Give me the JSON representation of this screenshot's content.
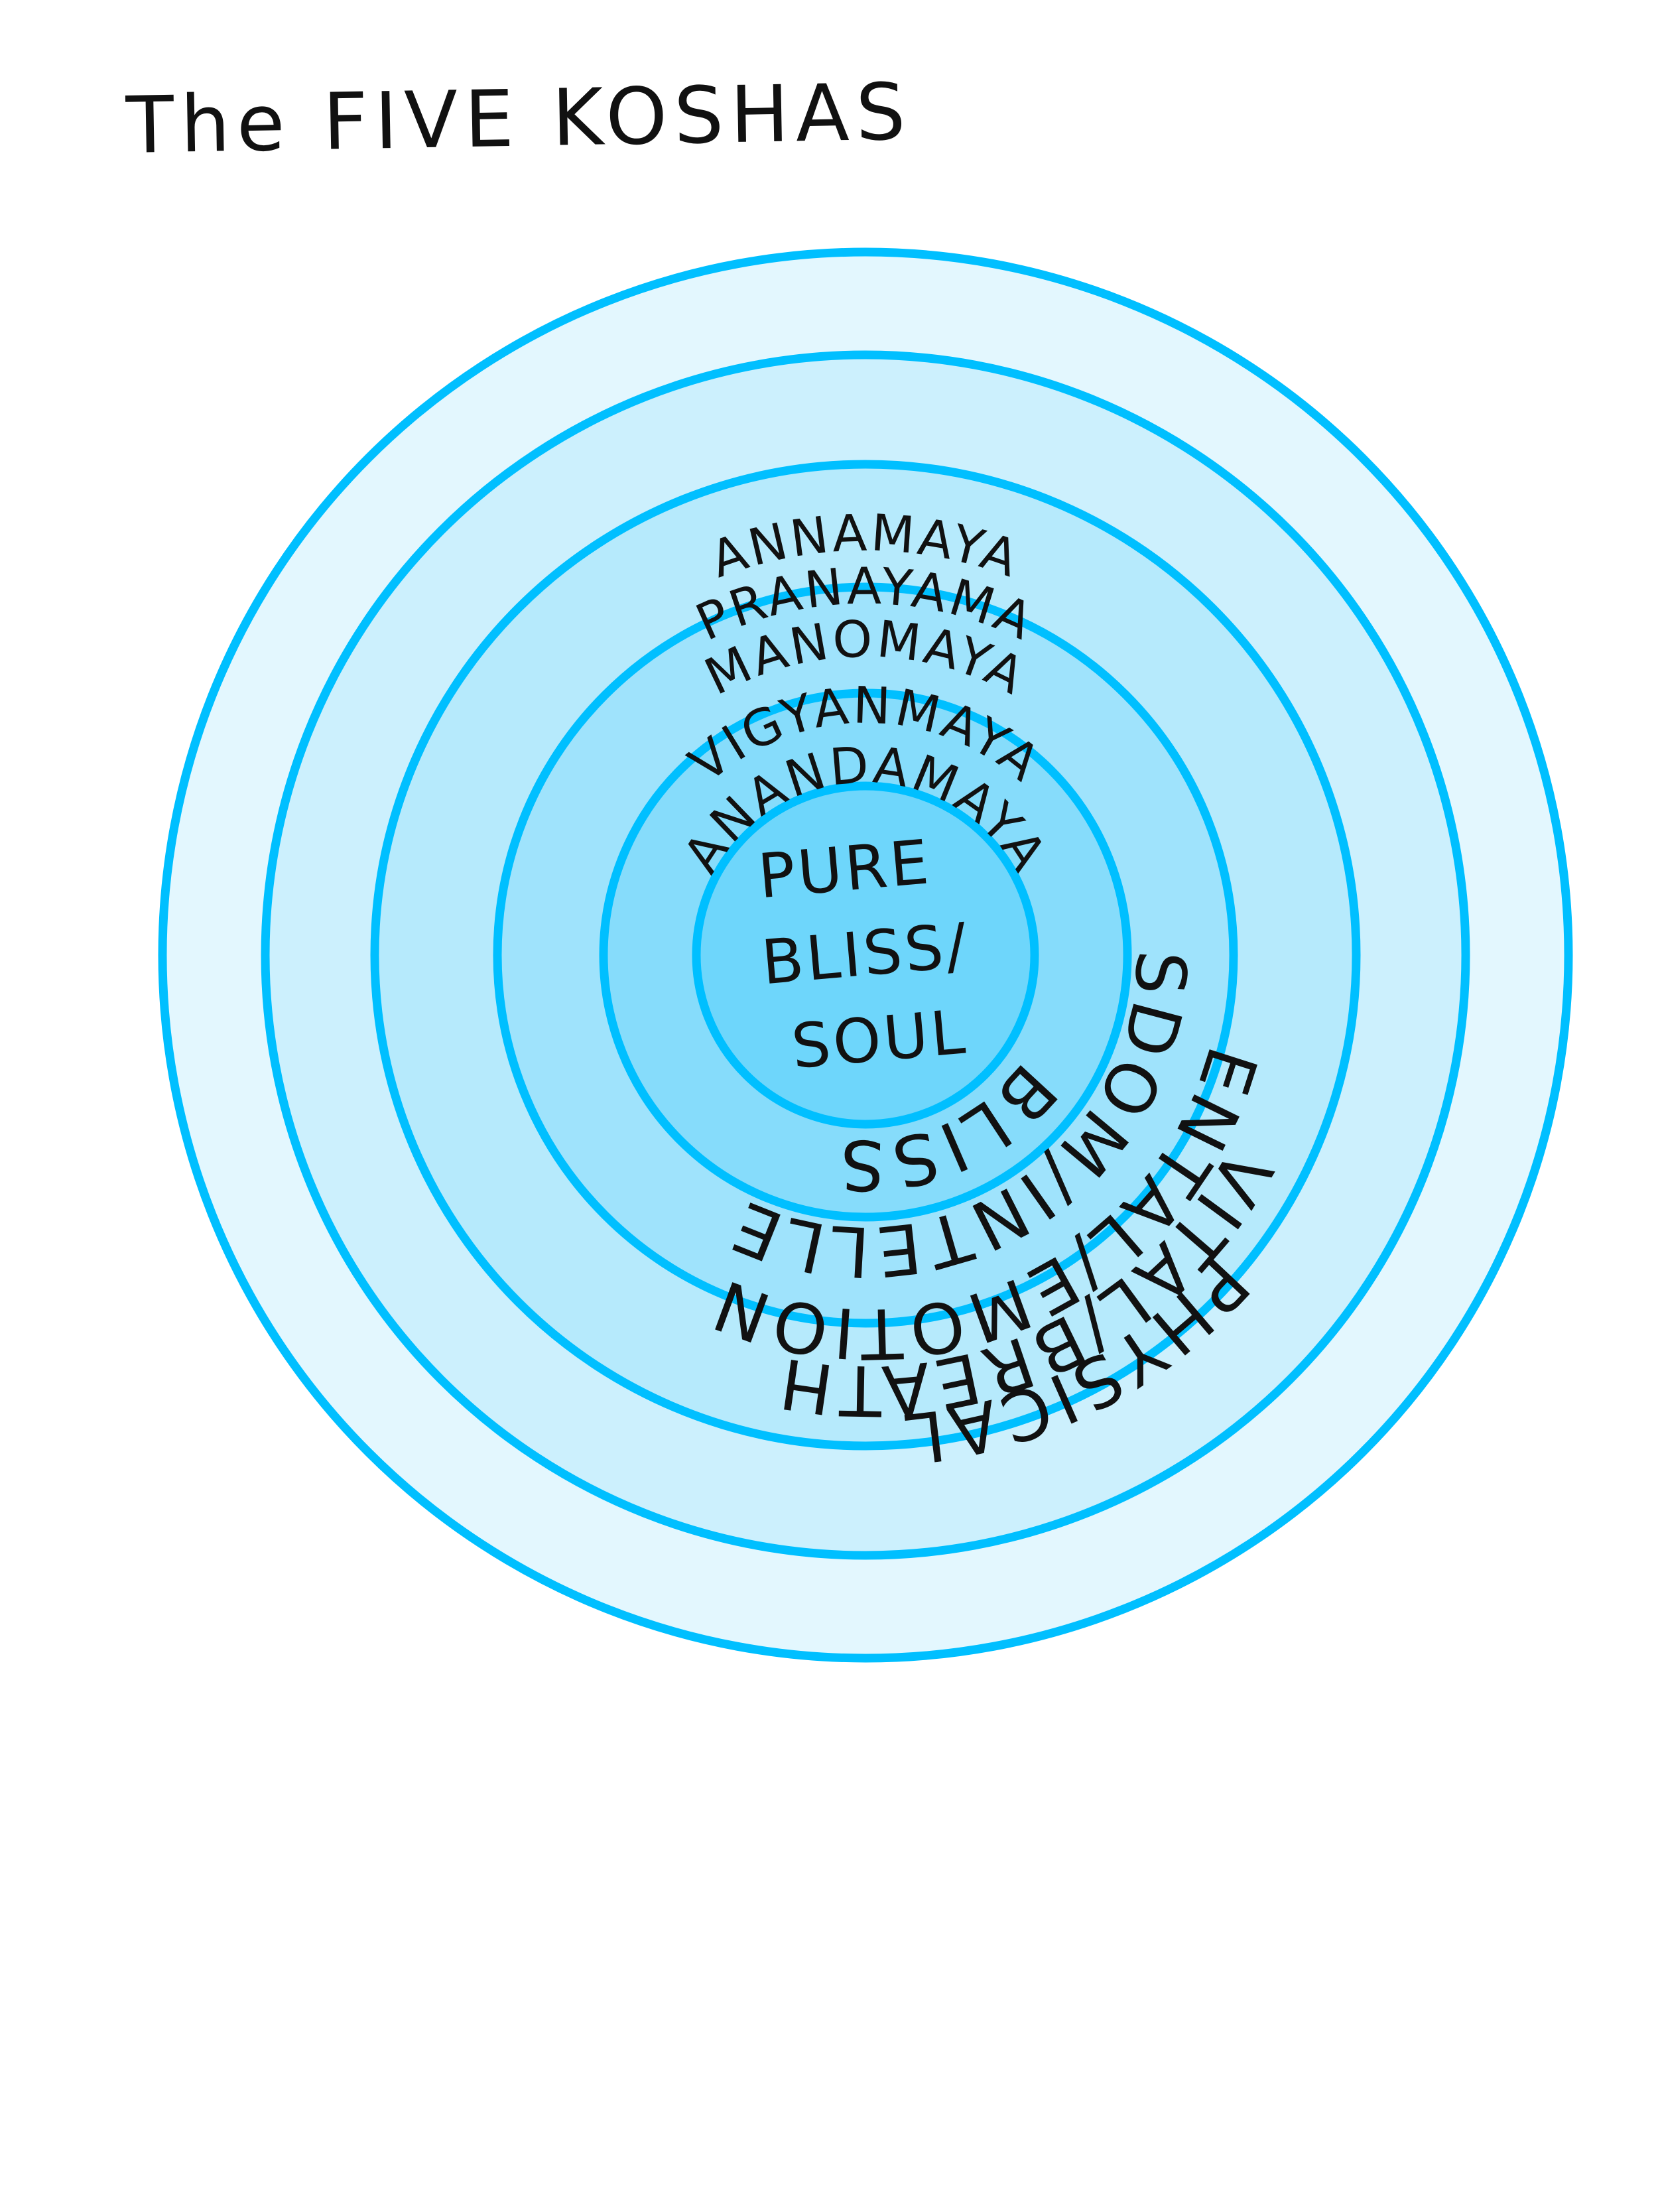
{
  "title": "The FIVE KOSHAS",
  "colors": {
    "ring_stroke": "#00BFFF",
    "fills": [
      "#E3F7FE",
      "#CCF0FD",
      "#B6EAFC",
      "#9FE3FC",
      "#86DCFB",
      "#6ED6FB"
    ],
    "text": "#111111"
  },
  "koshas": [
    {
      "sanskrit": "ANNAMAYA",
      "english": "PHYSICAL"
    },
    {
      "sanskrit": "PRANAYAMA",
      "english": "VITAL/BREATH"
    },
    {
      "sanskrit": "MANOMAYA",
      "english": "MENTAL/EMOTIONAL"
    },
    {
      "sanskrit": "VIGYANMAYA",
      "english": "WISDOM/INTELLECT"
    },
    {
      "sanskrit": "ANANDAMAYA",
      "english": "BLISS"
    }
  ],
  "center": {
    "lines": [
      "PURE",
      "BLISS/",
      "SOUL"
    ]
  }
}
